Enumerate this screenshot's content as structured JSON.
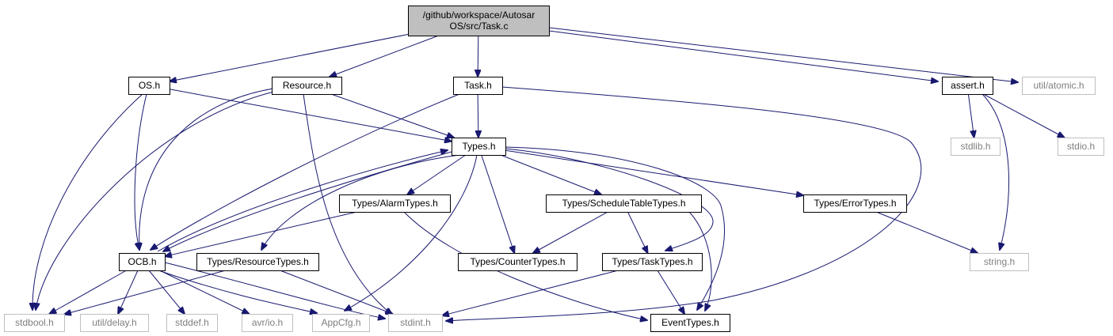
{
  "graph": {
    "nodes": [
      {
        "id": "task_c",
        "label_lines": [
          "/github/workspace/Autosar",
          "OS/src/Task.c"
        ],
        "kind": "root"
      },
      {
        "id": "os_h",
        "label_lines": [
          "OS.h"
        ],
        "kind": "documented"
      },
      {
        "id": "resource_h",
        "label_lines": [
          "Resource.h"
        ],
        "kind": "documented"
      },
      {
        "id": "task_h",
        "label_lines": [
          "Task.h"
        ],
        "kind": "documented"
      },
      {
        "id": "assert_h",
        "label_lines": [
          "assert.h"
        ],
        "kind": "documented"
      },
      {
        "id": "util_atomic_h",
        "label_lines": [
          "util/atomic.h"
        ],
        "kind": "external"
      },
      {
        "id": "types_h",
        "label_lines": [
          "Types.h"
        ],
        "kind": "documented"
      },
      {
        "id": "stdlib_h",
        "label_lines": [
          "stdlib.h"
        ],
        "kind": "external"
      },
      {
        "id": "stdio_h",
        "label_lines": [
          "stdio.h"
        ],
        "kind": "external"
      },
      {
        "id": "alarmtypes_h",
        "label_lines": [
          "Types/AlarmTypes.h"
        ],
        "kind": "documented"
      },
      {
        "id": "scheduletabletypes_h",
        "label_lines": [
          "Types/ScheduleTableTypes.h"
        ],
        "kind": "documented"
      },
      {
        "id": "errortypes_h",
        "label_lines": [
          "Types/ErrorTypes.h"
        ],
        "kind": "documented"
      },
      {
        "id": "ocb_h",
        "label_lines": [
          "OCB.h"
        ],
        "kind": "documented"
      },
      {
        "id": "resourcetypes_h",
        "label_lines": [
          "Types/ResourceTypes.h"
        ],
        "kind": "documented"
      },
      {
        "id": "countertypes_h",
        "label_lines": [
          "Types/CounterTypes.h"
        ],
        "kind": "documented"
      },
      {
        "id": "tasktypes_h",
        "label_lines": [
          "Types/TaskTypes.h"
        ],
        "kind": "documented"
      },
      {
        "id": "string_h",
        "label_lines": [
          "string.h"
        ],
        "kind": "external"
      },
      {
        "id": "stdbool_h",
        "label_lines": [
          "stdbool.h"
        ],
        "kind": "external"
      },
      {
        "id": "util_delay_h",
        "label_lines": [
          "util/delay.h"
        ],
        "kind": "external"
      },
      {
        "id": "stddef_h",
        "label_lines": [
          "stddef.h"
        ],
        "kind": "external"
      },
      {
        "id": "avr_io_h",
        "label_lines": [
          "avr/io.h"
        ],
        "kind": "external"
      },
      {
        "id": "appcfg_h",
        "label_lines": [
          "AppCfg.h"
        ],
        "kind": "external"
      },
      {
        "id": "stdint_h",
        "label_lines": [
          "stdint.h"
        ],
        "kind": "external"
      },
      {
        "id": "eventtypes_h",
        "label_lines": [
          "EventTypes.h"
        ],
        "kind": "documented"
      }
    ],
    "edges": [
      [
        "task_c",
        "os_h"
      ],
      [
        "task_c",
        "resource_h"
      ],
      [
        "task_c",
        "task_h"
      ],
      [
        "task_c",
        "assert_h"
      ],
      [
        "task_c",
        "util_atomic_h"
      ],
      [
        "os_h",
        "types_h"
      ],
      [
        "os_h",
        "ocb_h"
      ],
      [
        "os_h",
        "stdbool_h"
      ],
      [
        "resource_h",
        "types_h"
      ],
      [
        "resource_h",
        "ocb_h"
      ],
      [
        "resource_h",
        "stdbool_h"
      ],
      [
        "resource_h",
        "stdint_h"
      ],
      [
        "task_h",
        "types_h"
      ],
      [
        "task_h",
        "ocb_h"
      ],
      [
        "task_h",
        "stdint_h"
      ],
      [
        "assert_h",
        "stdlib_h"
      ],
      [
        "assert_h",
        "stdio_h"
      ],
      [
        "assert_h",
        "string_h"
      ],
      [
        "types_h",
        "alarmtypes_h"
      ],
      [
        "types_h",
        "scheduletabletypes_h"
      ],
      [
        "types_h",
        "errortypes_h"
      ],
      [
        "types_h",
        "ocb_h"
      ],
      [
        "types_h",
        "resourcetypes_h"
      ],
      [
        "types_h",
        "countertypes_h"
      ],
      [
        "types_h",
        "tasktypes_h"
      ],
      [
        "types_h",
        "eventtypes_h"
      ],
      [
        "types_h",
        "appcfg_h"
      ],
      [
        "alarmtypes_h",
        "ocb_h"
      ],
      [
        "alarmtypes_h",
        "eventtypes_h"
      ],
      [
        "scheduletabletypes_h",
        "countertypes_h"
      ],
      [
        "scheduletabletypes_h",
        "tasktypes_h"
      ],
      [
        "scheduletabletypes_h",
        "eventtypes_h"
      ],
      [
        "errortypes_h",
        "string_h"
      ],
      [
        "ocb_h",
        "types_h"
      ],
      [
        "ocb_h",
        "stdbool_h"
      ],
      [
        "ocb_h",
        "util_delay_h"
      ],
      [
        "ocb_h",
        "stddef_h"
      ],
      [
        "ocb_h",
        "avr_io_h"
      ],
      [
        "ocb_h",
        "appcfg_h"
      ],
      [
        "ocb_h",
        "stdint_h"
      ],
      [
        "resourcetypes_h",
        "stdbool_h"
      ],
      [
        "resourcetypes_h",
        "stdint_h"
      ],
      [
        "tasktypes_h",
        "stdint_h"
      ],
      [
        "tasktypes_h",
        "eventtypes_h"
      ]
    ]
  },
  "colors": {
    "edge": "#191970",
    "root_fill": "#bfbfbf",
    "documented_border": "#000000",
    "external_border": "#bfbfbf",
    "external_text": "#7f7f7f"
  }
}
